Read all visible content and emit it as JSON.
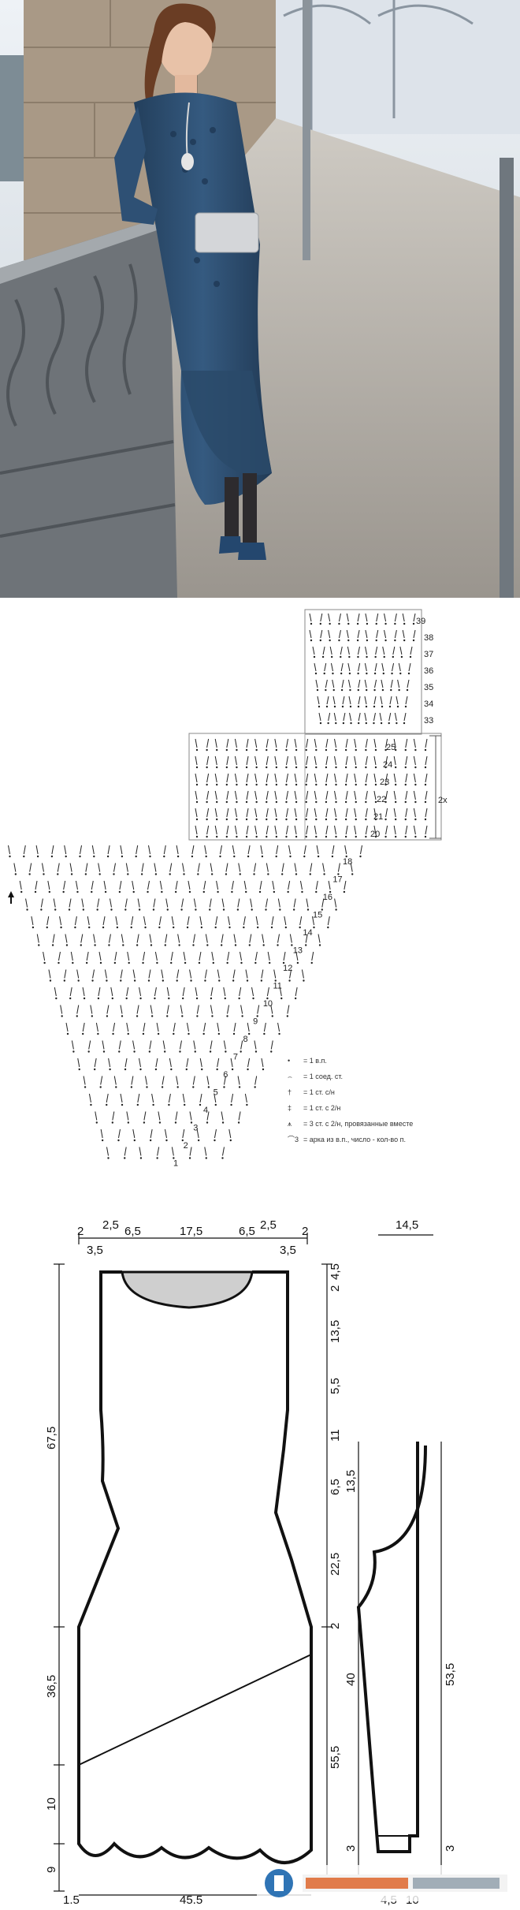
{
  "photo": {
    "colors": {
      "sky": "#dfe6ee",
      "dress": "#2d4d6e",
      "pavement": "#b9b6b0",
      "stone": "#8e8376"
    }
  },
  "chart": {
    "top_rows": [
      "39",
      "38",
      "37",
      "36",
      "35",
      "34",
      "33"
    ],
    "mid_rows": [
      "25",
      "24",
      "23",
      "22",
      "21",
      "20"
    ],
    "repeat_label": "2x",
    "fan_rows": [
      "18",
      "17",
      "16",
      "15",
      "14",
      "13",
      "12",
      "11",
      "10",
      "9",
      "8",
      "7",
      "6",
      "5",
      "4",
      "3",
      "2",
      "1"
    ],
    "legend": [
      {
        "symbol": "•",
        "text": "= 1 в.п."
      },
      {
        "symbol": "⌢",
        "text": "= 1 соед. ст."
      },
      {
        "symbol": "†",
        "text": "= 1 ст. с/н"
      },
      {
        "symbol": "‡",
        "text": "= 1 ст. с 2/н"
      },
      {
        "symbol": "⩚",
        "text": "= 3 ст. с 2/н, провязанные вместе"
      },
      {
        "symbol": "⌒3",
        "text": "= арка из в.п., число - кол-во п."
      }
    ]
  },
  "schema": {
    "top_dims": {
      "a": "2",
      "b": "2,5",
      "c": "6,5",
      "d": "17,5",
      "e": "6,5",
      "f": "2,5",
      "g": "2",
      "h": "3,5",
      "i": "3,5"
    },
    "left_dims": {
      "a": "67,5",
      "b": "36,5",
      "c": "10",
      "d": "9"
    },
    "right_dims": {
      "a": "4,5",
      "b": "2",
      "c": "13,5",
      "d": "5,5",
      "e": "11",
      "f": "6,5",
      "g": "22,5",
      "h": "2",
      "i": "55,5"
    },
    "bottom_dims": {
      "a": "1.5",
      "b": "45.5"
    },
    "sleeve_dims": {
      "top": "14,5",
      "cap": "13,5",
      "length": "40",
      "cuff": "3",
      "side": "53,5",
      "cuff_right": "3",
      "bottom_a": "4,5",
      "bottom_b": "10"
    }
  }
}
